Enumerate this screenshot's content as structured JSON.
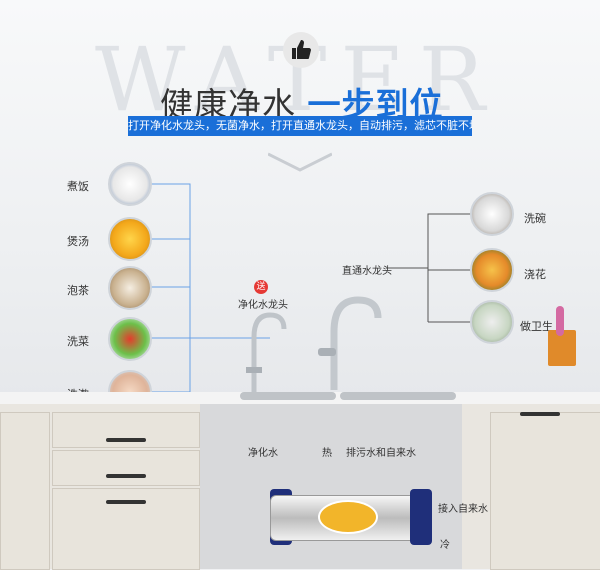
{
  "watermark": "WATER",
  "title": {
    "main": "健康净水",
    "highlight": "一步到位"
  },
  "subtitle": "打开净化水龙头，无菌净水，打开直通水龙头，自动排污，滤芯不脏不堵",
  "left_uses": [
    "煮饭",
    "煲汤",
    "泡茶",
    "洗菜",
    "洗漱"
  ],
  "right_uses": [
    "洗碗",
    "浇花",
    "做卫生"
  ],
  "faucets": {
    "purified_badge": "送",
    "purified": "净化水龙头",
    "direct": "直通水龙头"
  },
  "pipes": {
    "purified_water": "净化水",
    "hot": "热",
    "drain_tap": "排污水和自来水",
    "inlet": "接入自来水",
    "cold": "冷"
  },
  "colors": {
    "accent": "#1a6fd8",
    "badge": "#e53935",
    "filter_cap": "#1f2f7a"
  }
}
